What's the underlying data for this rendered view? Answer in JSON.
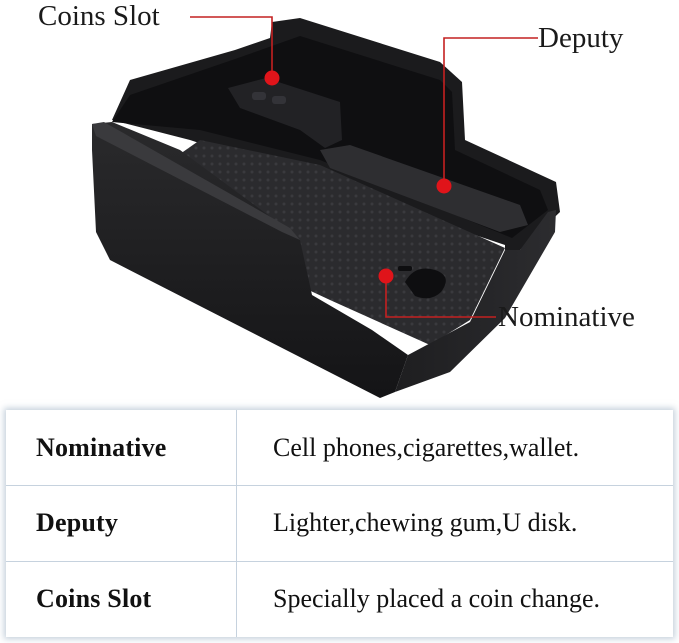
{
  "figure": {
    "callouts": {
      "coins_slot": "Coins Slot",
      "deputy": "Deputy",
      "nominative": "Nominative"
    },
    "colors": {
      "tray_body": "#1c1c1e",
      "tray_dark": "#0d0d0f",
      "tray_mat": "#2a2a2d",
      "callout_line": "#c42121",
      "callout_dot": "#e0141a"
    }
  },
  "table": {
    "rows": [
      {
        "name": "Nominative",
        "description": "Cell phones,cigarettes,wallet."
      },
      {
        "name": "Deputy",
        "description": "Lighter,chewing gum,U disk."
      },
      {
        "name": "Coins Slot",
        "description": "Specially placed a coin change."
      }
    ]
  }
}
